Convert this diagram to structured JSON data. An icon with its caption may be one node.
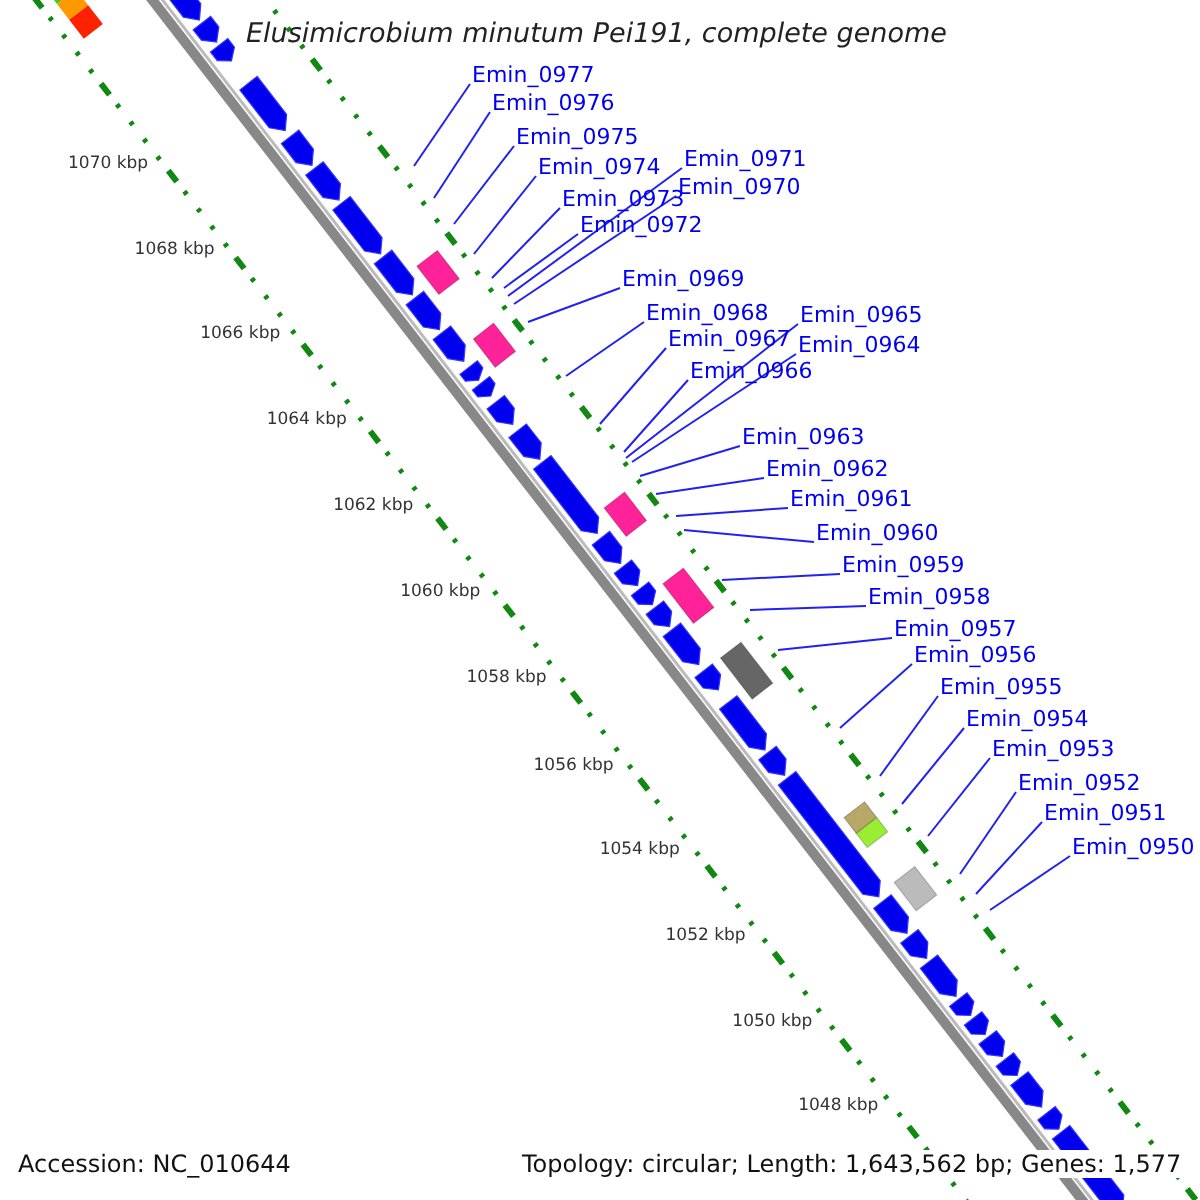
{
  "diagram": {
    "title": "Elusimicrobium minutum Pei191, complete genome",
    "nodes": [
      {
        "text": [
          "Emin_0977"
        ]
      },
      {
        "text": [
          "Emin_0976"
        ]
      },
      {
        "text": [
          "Emin_0975"
        ]
      },
      {
        "text": [
          "Emin_0974"
        ]
      },
      {
        "text": [
          "Emin_0973"
        ]
      },
      {
        "text": [
          "Emin_0972"
        ]
      },
      {
        "text": [
          "Emin_0971"
        ]
      },
      {
        "text": [
          "Emin_0970"
        ]
      },
      {
        "text": [
          "Emin_0969"
        ]
      },
      {
        "text": [
          "Emin_0968"
        ]
      },
      {
        "text": [
          "Emin_0967"
        ]
      },
      {
        "text": [
          "Emin_0966"
        ]
      },
      {
        "text": [
          "Emin_0965"
        ]
      },
      {
        "text": [
          "Emin_0964"
        ]
      },
      {
        "text": [
          "Emin_0963"
        ]
      },
      {
        "text": [
          "Emin_0962"
        ]
      },
      {
        "text": [
          "Emin_0961"
        ]
      },
      {
        "text": [
          "Emin_0960"
        ]
      },
      {
        "text": [
          "Emin_0959"
        ]
      },
      {
        "text": [
          "Emin_0958"
        ]
      },
      {
        "text": [
          "Emin_0957"
        ]
      },
      {
        "text": [
          "Emin_0956"
        ]
      },
      {
        "text": [
          "Emin_0955"
        ]
      },
      {
        "text": [
          "Emin_0954"
        ]
      },
      {
        "text": [
          "Emin_0953"
        ]
      },
      {
        "text": [
          "Emin_0952"
        ]
      },
      {
        "text": [
          "Emin_0951"
        ]
      },
      {
        "text": [
          "Emin_0950"
        ]
      }
    ],
    "edges": [
      {
        "from": 0,
        "to": null,
        "arrow": "none"
      },
      {
        "from": 1,
        "to": null,
        "arrow": "none"
      },
      {
        "from": 2,
        "to": null,
        "arrow": "none"
      },
      {
        "from": 3,
        "to": null,
        "arrow": "none"
      },
      {
        "from": 4,
        "to": null,
        "arrow": "none"
      },
      {
        "from": 5,
        "to": null,
        "arrow": "none"
      },
      {
        "from": 6,
        "to": null,
        "arrow": "none"
      },
      {
        "from": 7,
        "to": null,
        "arrow": "none"
      },
      {
        "from": 8,
        "to": null,
        "arrow": "none"
      },
      {
        "from": 9,
        "to": null,
        "arrow": "none"
      },
      {
        "from": 10,
        "to": null,
        "arrow": "none"
      },
      {
        "from": 11,
        "to": null,
        "arrow": "none"
      },
      {
        "from": 12,
        "to": null,
        "arrow": "none"
      },
      {
        "from": 13,
        "to": null,
        "arrow": "none"
      },
      {
        "from": 14,
        "to": null,
        "arrow": "none"
      },
      {
        "from": 15,
        "to": null,
        "arrow": "none"
      },
      {
        "from": 16,
        "to": null,
        "arrow": "none"
      },
      {
        "from": 17,
        "to": null,
        "arrow": "none"
      },
      {
        "from": 18,
        "to": null,
        "arrow": "none"
      },
      {
        "from": 19,
        "to": null,
        "arrow": "none"
      },
      {
        "from": 20,
        "to": null,
        "arrow": "none"
      },
      {
        "from": 21,
        "to": null,
        "arrow": "none"
      },
      {
        "from": 22,
        "to": null,
        "arrow": "none"
      },
      {
        "from": 23,
        "to": null,
        "arrow": "none"
      },
      {
        "from": 24,
        "to": null,
        "arrow": "none"
      },
      {
        "from": 25,
        "to": null,
        "arrow": "none"
      },
      {
        "from": 26,
        "to": null,
        "arrow": "none"
      },
      {
        "from": 27,
        "to": null,
        "arrow": "none"
      }
    ],
    "labels": [
      "1070 kbp",
      "1068 kbp",
      "1066 kbp",
      "1064 kbp",
      "1062 kbp",
      "1060 kbp",
      "1058 kbp",
      "1056 kbp",
      "1054 kbp",
      "1052 kbp",
      "1050 kbp",
      "1048 kbp",
      "Accession: NC_010644",
      "Topology: circular; Length: 1,643,562 bp; Genes: 1,577"
    ]
  }
}
